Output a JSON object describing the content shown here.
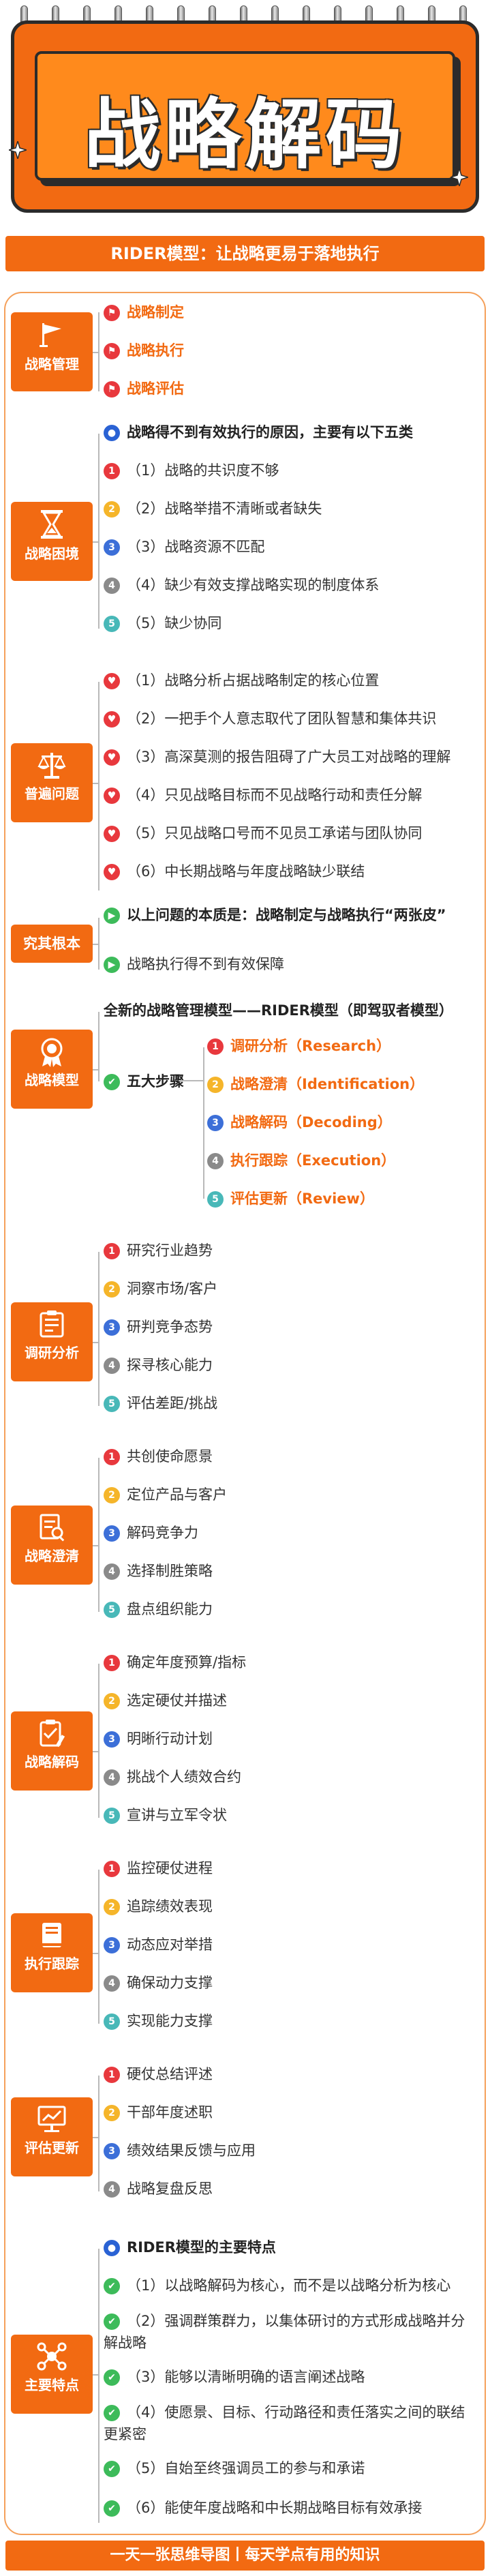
{
  "header": {
    "title": "战略解码"
  },
  "subtitle": "RIDER模型：让战略更易于落地执行",
  "sections": {
    "management": {
      "label": "战略管理",
      "items": [
        "战略制定",
        "战略执行",
        "战略评估"
      ]
    },
    "dilemma": {
      "label": "战略困境",
      "lead": "战略得不到有效执行的原因，主要有以下五类",
      "items": [
        "（1）战略的共识度不够",
        "（2）战略举措不清晰或者缺失",
        "（3）战略资源不匹配",
        "（4）缺少有效支撑战略实现的制度体系",
        "（5）缺少协同"
      ]
    },
    "problems": {
      "label": "普遍问题",
      "items": [
        "（1）战略分析占据战略制定的核心位置",
        "（2）一把手个人意志取代了团队智慧和集体共识",
        "（3）高深莫测的报告阻碍了广大员工对战略的理解",
        "（4）只见战略目标而不见战略行动和责任分解",
        "（5）只见战略口号而不见员工承诺与团队协同",
        "（6）中长期战略与年度战略缺少联结"
      ]
    },
    "root": {
      "label": "究其根本",
      "items": [
        "以上问题的本质是：战略制定与战略执行“两张皮”",
        "战略执行得不到有效保障"
      ]
    },
    "model": {
      "label": "战略模型",
      "lead": "全新的战略管理模型——RIDER模型（即驾驭者模型）",
      "steps_label": "五大步骤",
      "steps": [
        "调研分析（Research）",
        "战略澄清（Identification）",
        "战略解码（Decoding）",
        "执行跟踪（Execution）",
        "评估更新（Review）"
      ]
    },
    "research": {
      "label": "调研分析",
      "items": [
        "研究行业趋势",
        "洞察市场/客户",
        "研判竞争态势",
        "探寻核心能力",
        "评估差距/挑战"
      ]
    },
    "clarify": {
      "label": "战略澄清",
      "items": [
        "共创使命愿景",
        "定位产品与客户",
        "解码竞争力",
        "选择制胜策略",
        "盘点组织能力"
      ]
    },
    "decode": {
      "label": "战略解码",
      "items": [
        "确定年度预算/指标",
        "选定硬仗并描述",
        "明晰行动计划",
        "挑战个人绩效合约",
        "宣讲与立军令状"
      ]
    },
    "execution": {
      "label": "执行跟踪",
      "items": [
        "监控硬仗进程",
        "追踪绩效表现",
        "动态应对举措",
        "确保动力支撑",
        "实现能力支撑"
      ]
    },
    "review": {
      "label": "评估更新",
      "items": [
        "硬仗总结评述",
        "干部年度述职",
        "绩效结果反馈与应用",
        "战略复盘反思"
      ]
    },
    "features": {
      "label": "主要特点",
      "lead": "RIDER模型的主要特点",
      "items": [
        "（1）以战略解码为核心，而不是以战略分析为核心",
        "（2）强调群策群力，以集体研讨的方式形成战略并分解战略",
        "（3）能够以清晰明确的语言阐述战略",
        "（4）使愿景、目标、行动路径和责任落实之间的联结更紧密",
        "（5）自始至终强调员工的参与和承诺",
        "（6）能使年度战略和中长期战略目标有效承接"
      ]
    }
  },
  "footer": "一天一张思维导图丨每天学点有用的知识",
  "colors": {
    "accent": "#f26a12",
    "red": "#e8383d",
    "yellow": "#f5b52a",
    "blue": "#3c6fd8",
    "gray": "#8a8a8a",
    "cyan": "#48b8b8",
    "green": "#3dbb5a"
  }
}
